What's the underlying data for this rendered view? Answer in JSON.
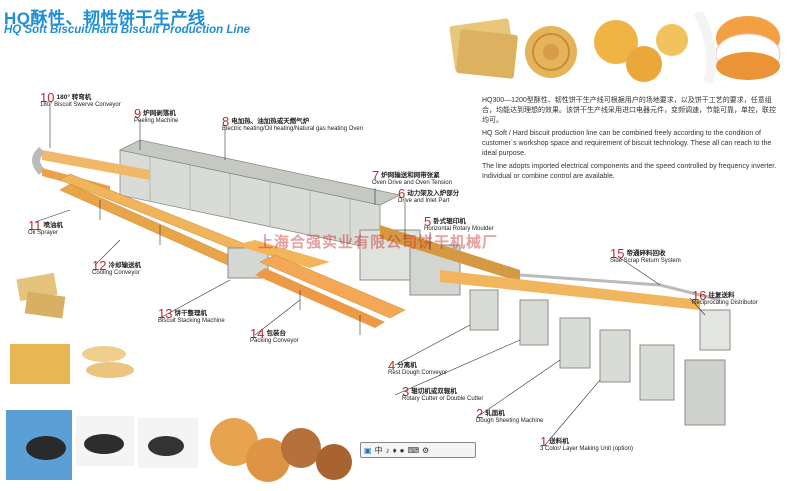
{
  "title_cn": "HQ酥性、韧性饼干生产线",
  "title_en": "HQ Soft Biscuit/Hard Biscuit Production Line",
  "description": {
    "cn": "HQ300—1200型酥性、韧性饼干生产线可根据用户的场地要求，以及饼干工艺的要求，任意组合，均能达到理想的效果。该饼干生产线采用进口电器元件，变频调速，节能可靠，单控，联控均可。",
    "en": "HQ Soft / Hard biscuit production line can be combined freely according to the condition of customer`s workshop space and requirement of biscuit technology. These all can reach to the ideal purpose.",
    "en2": "The line adopts imported electrical components and the speed controlled by frequency inverter. Individual or combine control are available."
  },
  "watermark": "上海合强实业有限公司饼干机械厂",
  "labels": [
    {
      "num": "10",
      "cn": "180° 转弯机",
      "en": "180° Biscuit Swerve Conveyor"
    },
    {
      "num": "9",
      "cn": "炉网剥落机",
      "en": "Peeling Machine"
    },
    {
      "num": "8",
      "cn": "电加热、油加热或天燃气炉",
      "en": "Electric heating/Oil heating/Natural gas heating Oven"
    },
    {
      "num": "7",
      "cn": "炉网输送和网带张紧",
      "en": "Oven Drive and Oven Tension"
    },
    {
      "num": "6",
      "cn": "动力架及入炉部分",
      "en": "Drive and Inlet Part"
    },
    {
      "num": "5",
      "cn": "卧式辊印机",
      "en": "Horizontal Rotary Moulder"
    },
    {
      "num": "11",
      "cn": "喷油机",
      "en": "Oil Sprayer"
    },
    {
      "num": "12",
      "cn": "冷却输送机",
      "en": "Cooling Conveyor"
    },
    {
      "num": "13",
      "cn": "饼干整理机",
      "en": "Biscuit Stacking Machine"
    },
    {
      "num": "14",
      "cn": "包装台",
      "en": "Packing Conveyor"
    },
    {
      "num": "15",
      "cn": "帝通碎料回收",
      "en": "Side Scrap Return System"
    },
    {
      "num": "16",
      "cn": "往复送料",
      "en": "Reciprocating Distributor"
    },
    {
      "num": "4",
      "cn": "分离机",
      "en": "Rest Dough Conveyor"
    },
    {
      "num": "3",
      "cn": "辊切机或双辊机",
      "en": "Rotary Cutter or Double Cutter"
    },
    {
      "num": "2",
      "cn": "轧面机",
      "en": "Dough Sheeting Machine"
    },
    {
      "num": "1",
      "cn": "送料机",
      "en": "3 Color/ Layer Making Unit (option)"
    }
  ],
  "toolbar": {
    "icon1": "中",
    "icon2": "♪",
    "icon3": "♦",
    "icon4": "●"
  }
}
